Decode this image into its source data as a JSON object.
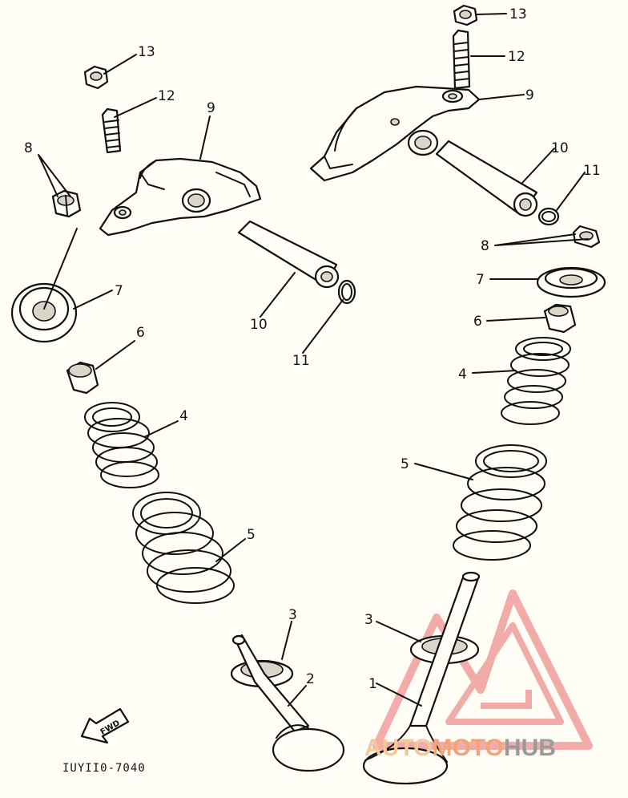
{
  "callouts": {
    "p1": "1",
    "p2": "2",
    "p3": "3",
    "p4": "4",
    "p5": "5",
    "p6": "6",
    "p7": "7",
    "p8": "8",
    "p9": "9",
    "p10": "10",
    "p11": "11",
    "p12": "12",
    "p13": "13"
  },
  "drawing_code": "IUYII0-7040",
  "fwd_label": "FWD",
  "watermark": {
    "part_a": "AUTO",
    "part_b": "MOTO",
    "part_c": "HUB",
    "color_a": "#f6c79a",
    "color_b": "#f0a47a",
    "color_c": "#9a9a9a",
    "logo_color": "#e96a6a"
  }
}
